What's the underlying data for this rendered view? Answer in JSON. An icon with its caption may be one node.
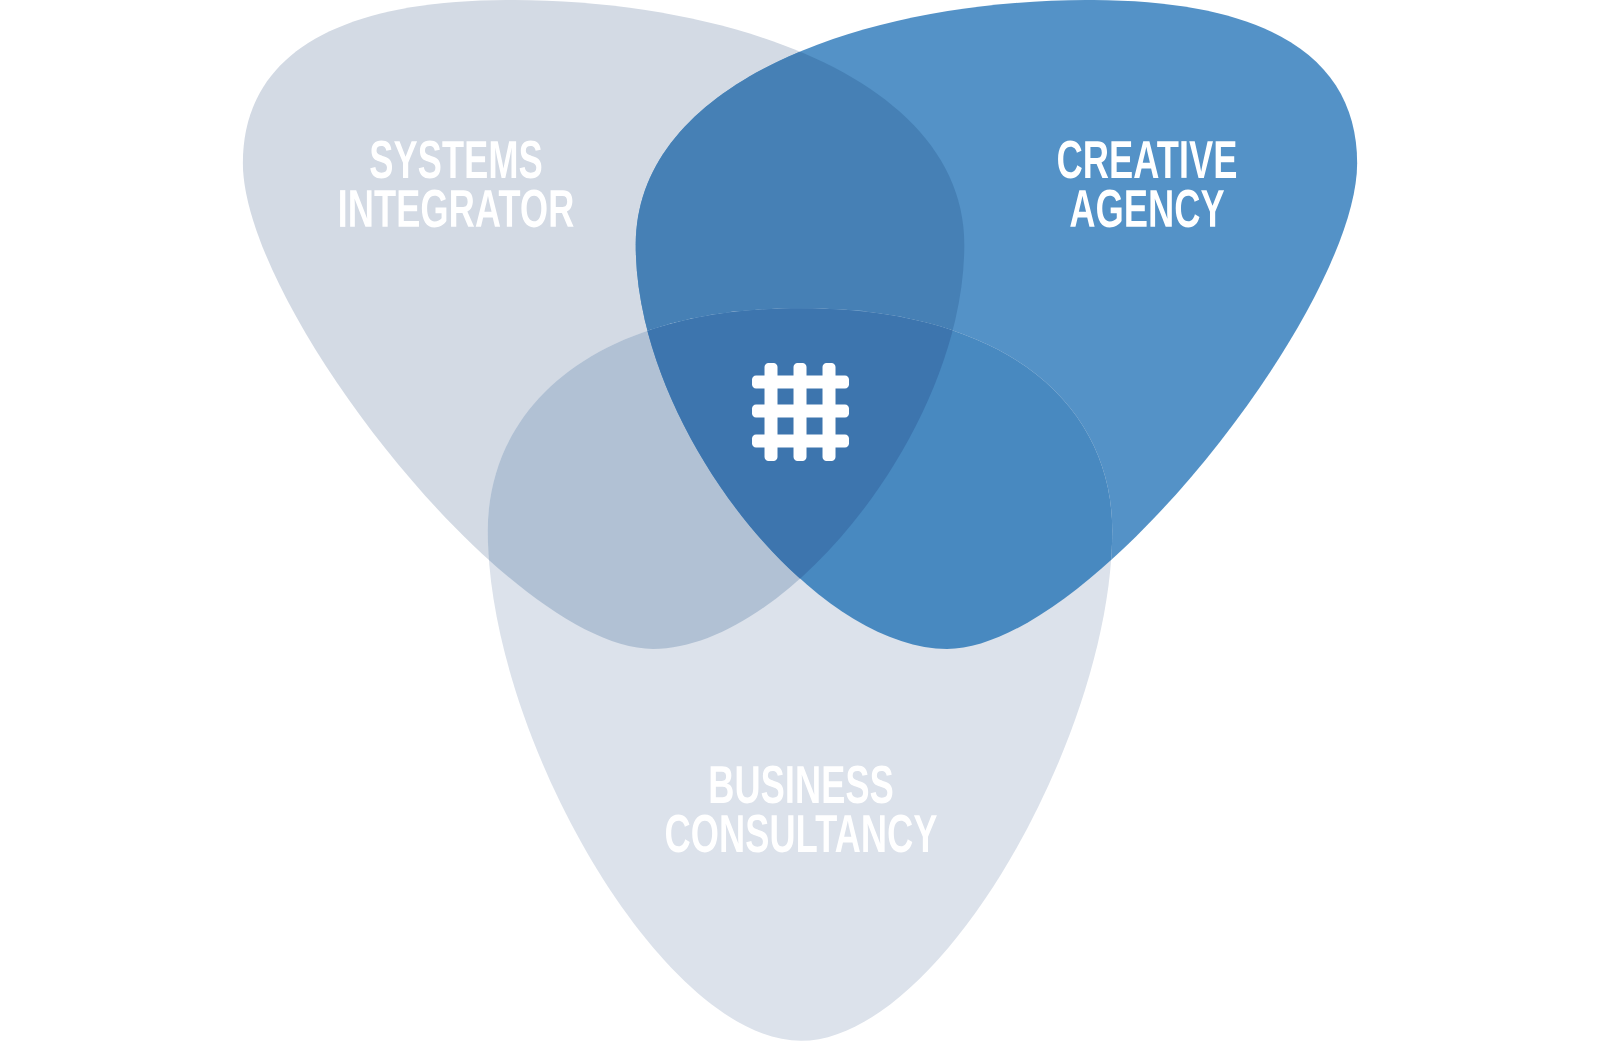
{
  "diagram": {
    "nodes": [
      {
        "text": [
          "SYSTEMS INTEGRATOR"
        ]
      },
      {
        "text": [
          "CREATIVE AGENCY"
        ]
      },
      {
        "text": [
          "BUSINESS CONSULTANCY"
        ]
      }
    ]
  }
}
